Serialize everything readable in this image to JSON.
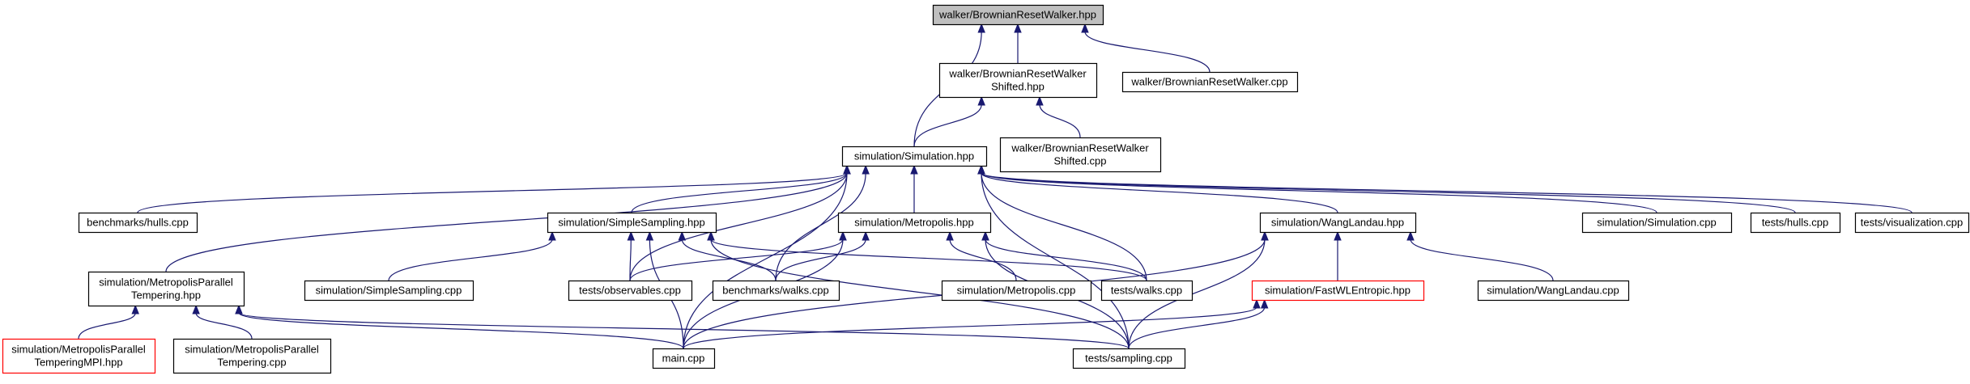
{
  "diagram": {
    "nodes": [
      {
        "id": "n0",
        "lines": [
          "walker/BrownianResetWalker.hpp"
        ],
        "style": "root",
        "link": false
      },
      {
        "id": "n1",
        "lines": [
          "walker/BrownianResetWalker",
          "Shifted.hpp"
        ],
        "style": "normal",
        "link": true
      },
      {
        "id": "n2",
        "lines": [
          "walker/BrownianResetWalker.cpp"
        ],
        "style": "normal",
        "link": true
      },
      {
        "id": "n3",
        "lines": [
          "simulation/Simulation.hpp"
        ],
        "style": "normal",
        "link": true
      },
      {
        "id": "n4",
        "lines": [
          "walker/BrownianResetWalker",
          "Shifted.cpp"
        ],
        "style": "normal",
        "link": true
      },
      {
        "id": "n5",
        "lines": [
          "benchmarks/hulls.cpp"
        ],
        "style": "normal",
        "link": true
      },
      {
        "id": "n6",
        "lines": [
          "simulation/SimpleSampling.hpp"
        ],
        "style": "normal",
        "link": true
      },
      {
        "id": "n7",
        "lines": [
          "simulation/Metropolis.hpp"
        ],
        "style": "normal",
        "link": true
      },
      {
        "id": "n8",
        "lines": [
          "simulation/WangLandau.hpp"
        ],
        "style": "normal",
        "link": true
      },
      {
        "id": "n9",
        "lines": [
          "simulation/Simulation.cpp"
        ],
        "style": "normal",
        "link": true
      },
      {
        "id": "n10",
        "lines": [
          "tests/hulls.cpp"
        ],
        "style": "normal",
        "link": true
      },
      {
        "id": "n11",
        "lines": [
          "tests/visualization.cpp"
        ],
        "style": "normal",
        "link": true
      },
      {
        "id": "n12",
        "lines": [
          "simulation/MetropolisParallel",
          "Tempering.hpp"
        ],
        "style": "normal",
        "link": true
      },
      {
        "id": "n13",
        "lines": [
          "simulation/SimpleSampling.cpp"
        ],
        "style": "normal",
        "link": true
      },
      {
        "id": "n14",
        "lines": [
          "tests/observables.cpp"
        ],
        "style": "normal",
        "link": true
      },
      {
        "id": "n15",
        "lines": [
          "benchmarks/walks.cpp"
        ],
        "style": "normal",
        "link": true
      },
      {
        "id": "n16",
        "lines": [
          "simulation/Metropolis.cpp"
        ],
        "style": "normal",
        "link": true
      },
      {
        "id": "n17",
        "lines": [
          "tests/walks.cpp"
        ],
        "style": "normal",
        "link": true
      },
      {
        "id": "n18",
        "lines": [
          "simulation/FastWLEntropic.hpp"
        ],
        "style": "red",
        "link": true
      },
      {
        "id": "n19",
        "lines": [
          "simulation/WangLandau.cpp"
        ],
        "style": "normal",
        "link": true
      },
      {
        "id": "n20",
        "lines": [
          "simulation/MetropolisParallel",
          "TemperingMPI.hpp"
        ],
        "style": "red",
        "link": true
      },
      {
        "id": "n21",
        "lines": [
          "simulation/MetropolisParallel",
          "Tempering.cpp"
        ],
        "style": "normal",
        "link": true
      },
      {
        "id": "n22",
        "lines": [
          "main.cpp"
        ],
        "style": "normal",
        "link": true
      },
      {
        "id": "n23",
        "lines": [
          "tests/sampling.cpp"
        ],
        "style": "normal",
        "link": true
      }
    ],
    "edges": [
      [
        "n1",
        "n0"
      ],
      [
        "n2",
        "n0"
      ],
      [
        "n3",
        "n0"
      ],
      [
        "n3",
        "n1"
      ],
      [
        "n4",
        "n1"
      ],
      [
        "n5",
        "n3"
      ],
      [
        "n6",
        "n3"
      ],
      [
        "n7",
        "n3"
      ],
      [
        "n8",
        "n3"
      ],
      [
        "n9",
        "n3"
      ],
      [
        "n10",
        "n3"
      ],
      [
        "n11",
        "n3"
      ],
      [
        "n12",
        "n3"
      ],
      [
        "n14",
        "n3"
      ],
      [
        "n15",
        "n3"
      ],
      [
        "n17",
        "n3"
      ],
      [
        "n22",
        "n3"
      ],
      [
        "n23",
        "n3"
      ],
      [
        "n13",
        "n6"
      ],
      [
        "n14",
        "n6"
      ],
      [
        "n15",
        "n6"
      ],
      [
        "n17",
        "n6"
      ],
      [
        "n22",
        "n6"
      ],
      [
        "n23",
        "n6"
      ],
      [
        "n14",
        "n7"
      ],
      [
        "n15",
        "n7"
      ],
      [
        "n16",
        "n7"
      ],
      [
        "n17",
        "n7"
      ],
      [
        "n22",
        "n7"
      ],
      [
        "n23",
        "n7"
      ],
      [
        "n18",
        "n8"
      ],
      [
        "n19",
        "n8"
      ],
      [
        "n22",
        "n8"
      ],
      [
        "n23",
        "n8"
      ],
      [
        "n22",
        "n18"
      ],
      [
        "n23",
        "n18"
      ],
      [
        "n20",
        "n12"
      ],
      [
        "n21",
        "n12"
      ],
      [
        "n22",
        "n12"
      ],
      [
        "n23",
        "n12"
      ]
    ]
  }
}
